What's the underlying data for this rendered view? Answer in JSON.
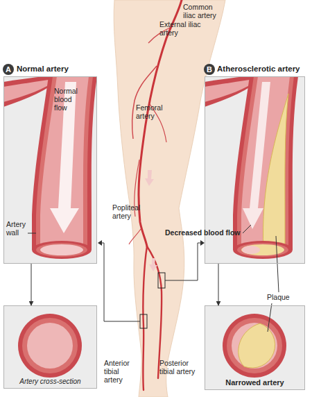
{
  "diagram": {
    "nodes": [
      {
        "text": [
          "A"
        ]
      },
      {
        "text": [
          "Normal artery",
          "Normal blood flow",
          "Artery wall"
        ]
      },
      {
        "text": [
          "B"
        ]
      },
      {
        "text": [
          "Atherosclerotic artery"
        ]
      },
      {
        "text": [
          "Artery cross-section"
        ]
      },
      {
        "text": [
          "Narrowed artery"
        ]
      }
    ],
    "edges": [
      {
        "from": 1,
        "to": 4,
        "arrow": "to"
      },
      {
        "from": 3,
        "to": 5,
        "arrow": "to"
      }
    ],
    "labels": [
      "Common iliac artery",
      "External iliac artery",
      "Femoral artery",
      "Popliteal artery",
      "Decreased blood flow",
      "Plaque",
      "Anterior tibial artery",
      "Posterior tibial artery"
    ]
  }
}
